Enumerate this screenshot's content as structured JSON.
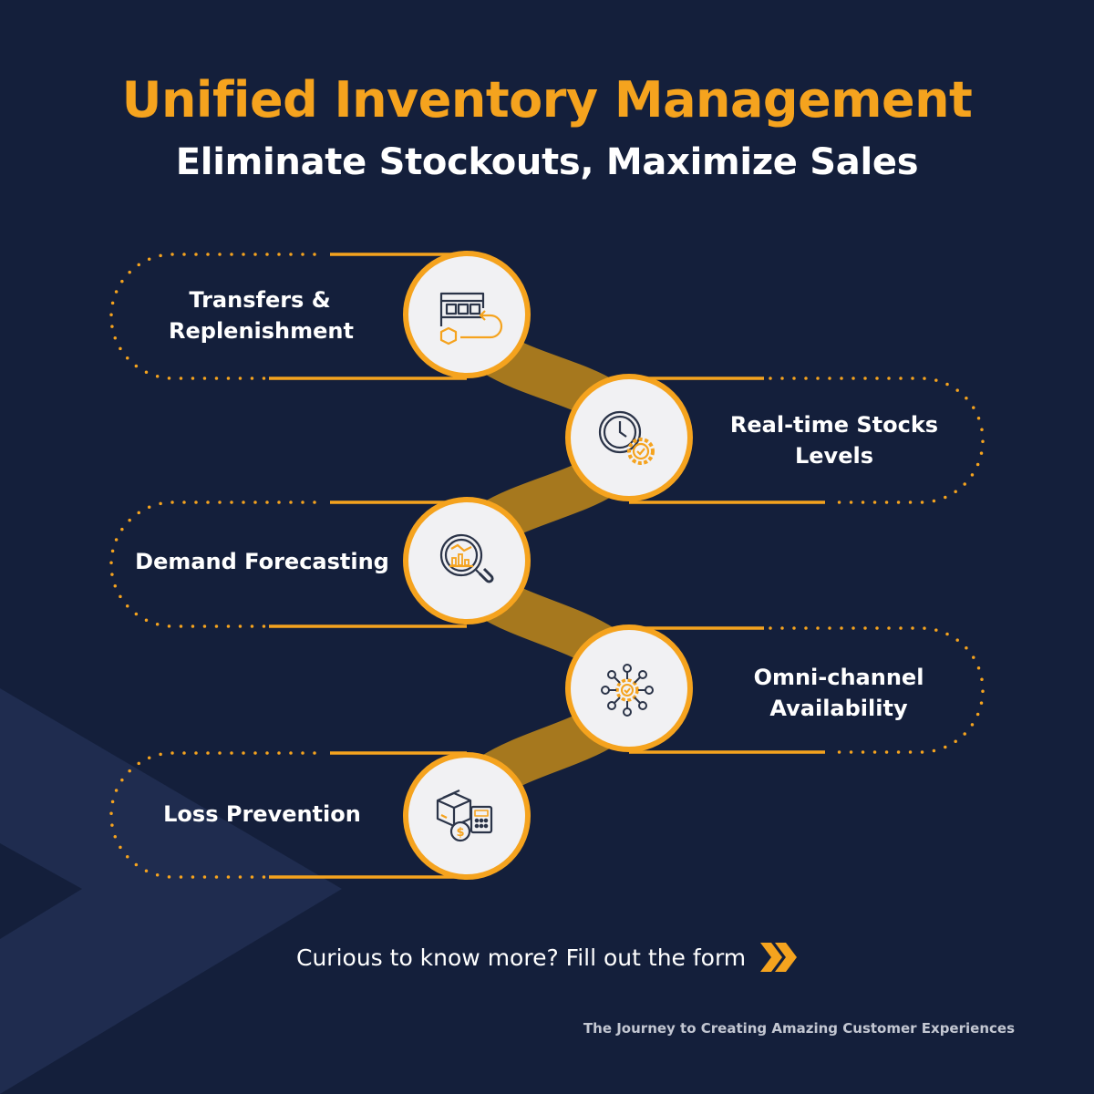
{
  "header": {
    "title": "Unified Inventory Management",
    "subtitle": "Eliminate Stockouts, Maximize Sales"
  },
  "steps": [
    {
      "lines": [
        "Transfers &",
        "Replenishment"
      ],
      "icon": "warehouse-return-icon",
      "side": "left"
    },
    {
      "lines": [
        "Real-time Stocks",
        "Levels"
      ],
      "icon": "clock-gear-icon",
      "side": "right"
    },
    {
      "lines": [
        "Demand Forecasting"
      ],
      "icon": "magnifier-chart-icon",
      "side": "left"
    },
    {
      "lines": [
        "Omni-channel",
        "Availability"
      ],
      "icon": "network-check-icon",
      "side": "right"
    },
    {
      "lines": [
        "Loss Prevention"
      ],
      "icon": "box-calculator-icon",
      "side": "left"
    }
  ],
  "cta": {
    "text": "Curious to know more? Fill out the form",
    "icon": "double-chevron-right-icon"
  },
  "footer": {
    "text": "The Journey to Creating Amazing Customer Experiences"
  },
  "colors": {
    "background": "#141f3b",
    "accent": "#f5a31e",
    "connector": "#a6781e",
    "circle_fill": "#f1f1f3",
    "text": "#ffffff"
  }
}
